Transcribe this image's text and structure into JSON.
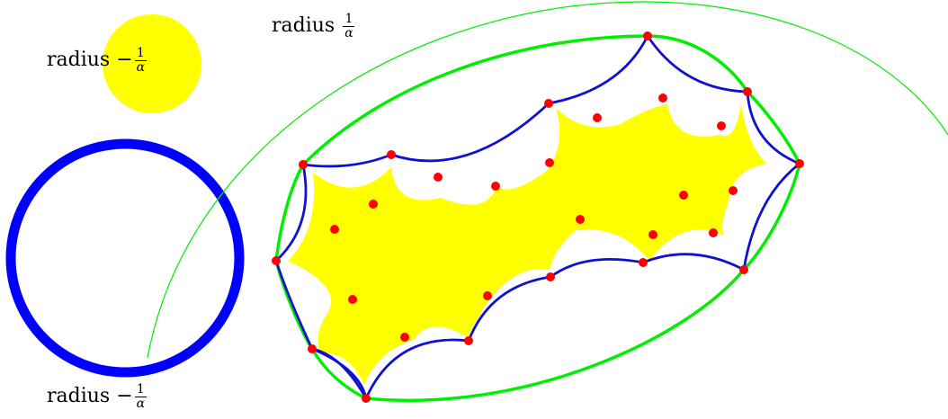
{
  "labels": {
    "top_left": {
      "text": "radius",
      "sign": "−",
      "numerator": "1",
      "denominator": "α"
    },
    "top_center": {
      "text": "radius",
      "sign": "",
      "numerator": "1",
      "denominator": "α"
    },
    "bottom_left": {
      "text": "radius",
      "sign": "−",
      "numerator": "1",
      "denominator": "α"
    }
  },
  "colors": {
    "yellow_fill": "#ffff00",
    "blue_stroke": "#0000ff",
    "arc_blue": "#1010d0",
    "green_stroke": "#00ee00",
    "red_vertex": "#ff0000"
  }
}
